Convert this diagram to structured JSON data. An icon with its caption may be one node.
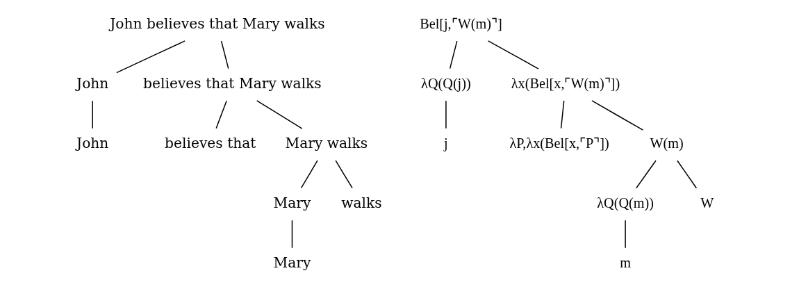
{
  "diagram": {
    "nodes": [
      {
        "text": [
          "John believes that Mary walks"
        ]
      },
      {
        "text": [
          "John"
        ]
      },
      {
        "text": [
          "believes that Mary walks"
        ]
      },
      {
        "text": [
          "John"
        ]
      },
      {
        "text": [
          "believes that"
        ]
      },
      {
        "text": [
          "Mary walks"
        ]
      },
      {
        "text": [
          "Mary"
        ]
      },
      {
        "text": [
          "walks"
        ]
      },
      {
        "text": [
          "Mary"
        ]
      },
      {
        "text": [
          "Bel[j,⌜W(m)⌝]"
        ]
      },
      {
        "text": [
          "λQ(Q(j))"
        ]
      },
      {
        "text": [
          "λx(Bel[x,⌜W(m)⌝])"
        ]
      },
      {
        "text": [
          "j"
        ]
      },
      {
        "text": [
          "λP,λx(Bel[x,⌜P⌝])"
        ]
      },
      {
        "text": [
          "W(m)"
        ]
      },
      {
        "text": [
          "λQ(Q(m))"
        ]
      },
      {
        "text": [
          "W"
        ]
      },
      {
        "text": [
          "m"
        ]
      }
    ],
    "edges": [
      {
        "from": 0,
        "to": 1,
        "arrow": "none"
      },
      {
        "from": 0,
        "to": 2,
        "arrow": "none"
      },
      {
        "from": 1,
        "to": 3,
        "arrow": "none"
      },
      {
        "from": 2,
        "to": 4,
        "arrow": "none"
      },
      {
        "from": 2,
        "to": 5,
        "arrow": "none"
      },
      {
        "from": 5,
        "to": 6,
        "arrow": "none"
      },
      {
        "from": 5,
        "to": 7,
        "arrow": "none"
      },
      {
        "from": 6,
        "to": 8,
        "arrow": "none"
      },
      {
        "from": 9,
        "to": 10,
        "arrow": "none"
      },
      {
        "from": 9,
        "to": 11,
        "arrow": "none"
      },
      {
        "from": 10,
        "to": 12,
        "arrow": "none"
      },
      {
        "from": 11,
        "to": 13,
        "arrow": "none"
      },
      {
        "from": 11,
        "to": 14,
        "arrow": "none"
      },
      {
        "from": 14,
        "to": 15,
        "arrow": "none"
      },
      {
        "from": 14,
        "to": 16,
        "arrow": "none"
      },
      {
        "from": 15,
        "to": 17,
        "arrow": "none"
      }
    ]
  }
}
